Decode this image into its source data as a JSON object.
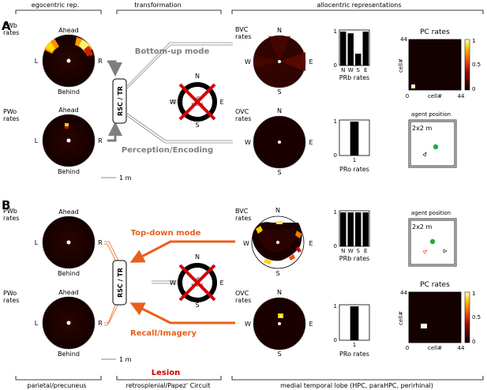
{
  "header": {
    "egocentric": "egocentric rep.",
    "transformation": "transformation",
    "allocentric": "allocentric representations"
  },
  "footer": {
    "parietal": "parietal/precuneus",
    "rsc": "retrosplenial/Papez' Circuit",
    "mtl": "medial temporal lobe (HPC, paraHPC, perirhinal)",
    "lesion": "Lesion"
  },
  "panels": {
    "A": {
      "label": "A",
      "pwb_label": [
        "PWb",
        "rates"
      ],
      "pwo_label": [
        "PWo",
        "rates"
      ],
      "ahead": "Ahead",
      "behind": "Behind",
      "left": "L",
      "right": "R",
      "mode_text": "Bottom-up mode",
      "process_text": "Perception/Encoding",
      "rsc_tr": "RSC / TR",
      "hd_text": [
        "HD",
        "rates"
      ],
      "compass": {
        "n": "N",
        "s": "S",
        "e": "E",
        "w": "W"
      },
      "bvc_label": [
        "BVC",
        "rates"
      ],
      "ovc_label": [
        "OVC",
        "rates"
      ],
      "scale": "1 m",
      "prb_xlabel": "PRb rates",
      "prb_ticks": [
        "N",
        "W",
        "S",
        "E"
      ],
      "prb_values": [
        1.0,
        0.95,
        0.35,
        1.0
      ],
      "pro_xlabel": "PRo rates",
      "pro_ticks": [
        "1"
      ],
      "pro_values": [
        1.0
      ],
      "pc_title": "PC rates",
      "pc_xlabel": "cell#",
      "pc_ylabel": "cell#",
      "pc_ticks": {
        "x0": "0",
        "x1": "44",
        "y1": "44"
      },
      "colorbar_ticks": [
        "1",
        "0.5",
        "0"
      ],
      "agent_title": "agent position",
      "env_size": "2x2 m"
    },
    "B": {
      "label": "B",
      "pwb_label": [
        "PWb",
        "rates"
      ],
      "pwo_label": [
        "PWo",
        "rates"
      ],
      "ahead": "Ahead",
      "behind": "Behind",
      "left": "L",
      "right": "R",
      "mode_text": "Top-down mode",
      "process_text": "Recall/Imagery",
      "rsc_tr": "RSC / TR",
      "hd_text": [
        "HD",
        "rates"
      ],
      "compass": {
        "n": "N",
        "s": "S",
        "e": "E",
        "w": "W"
      },
      "bvc_label": [
        "BVC",
        "rates"
      ],
      "ovc_label": [
        "OVC",
        "rates"
      ],
      "scale": "1 m",
      "prb_xlabel": "PRb rates",
      "prb_ticks": [
        "N",
        "W",
        "S",
        "E"
      ],
      "prb_values": [
        1.0,
        1.0,
        1.0,
        1.0
      ],
      "pro_xlabel": "PRo rates",
      "pro_ticks": [
        "1"
      ],
      "pro_values": [
        1.0
      ],
      "pc_title": "PC rates",
      "pc_xlabel": "cell#",
      "pc_ylabel": "cell#",
      "pc_ticks": {
        "x0": "0",
        "x1": "44",
        "y1": "44"
      },
      "colorbar_ticks": [
        "1",
        "0.5",
        "0"
      ],
      "agent_title": "agent position",
      "env_size": "2x2 m"
    }
  },
  "bar_axis_ticks": [
    "1",
    "0"
  ],
  "colors": {
    "bottom_up": "#7f7f7f",
    "top_down": "#e8601c",
    "lesion": "#cc0000",
    "heat_dark": "#1a0000",
    "agent": "#22aa44"
  }
}
